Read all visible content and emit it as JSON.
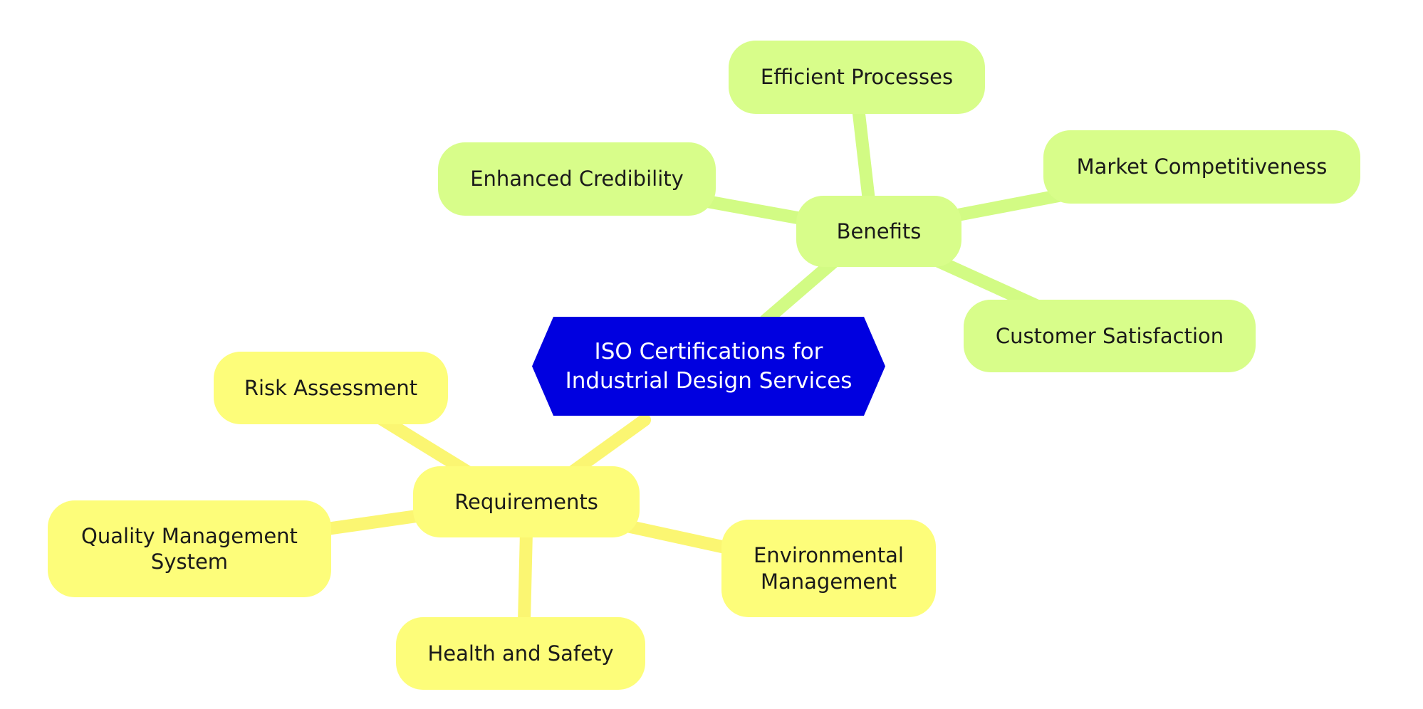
{
  "colors": {
    "center_fill": "#0000e0",
    "center_text": "#ffffff",
    "benefits_fill": "#d8fd8a",
    "benefits_edge": "#d2fb84",
    "requirements_fill": "#fdfd7a",
    "requirements_edge": "#fbf672",
    "text": "#1a1a1a"
  },
  "mindmap": {
    "center": {
      "label": "ISO Certifications for\nIndustrial Design Services",
      "shape": "hexagon"
    },
    "branches": [
      {
        "label": "Benefits",
        "theme": "benefits",
        "children": [
          {
            "label": "Efficient Processes"
          },
          {
            "label": "Enhanced Credibility"
          },
          {
            "label": "Market Competitiveness"
          },
          {
            "label": "Customer Satisfaction"
          }
        ]
      },
      {
        "label": "Requirements",
        "theme": "requirements",
        "children": [
          {
            "label": "Risk Assessment"
          },
          {
            "label": "Quality Management\nSystem"
          },
          {
            "label": "Health and Safety"
          },
          {
            "label": "Environmental\nManagement"
          }
        ]
      }
    ]
  }
}
